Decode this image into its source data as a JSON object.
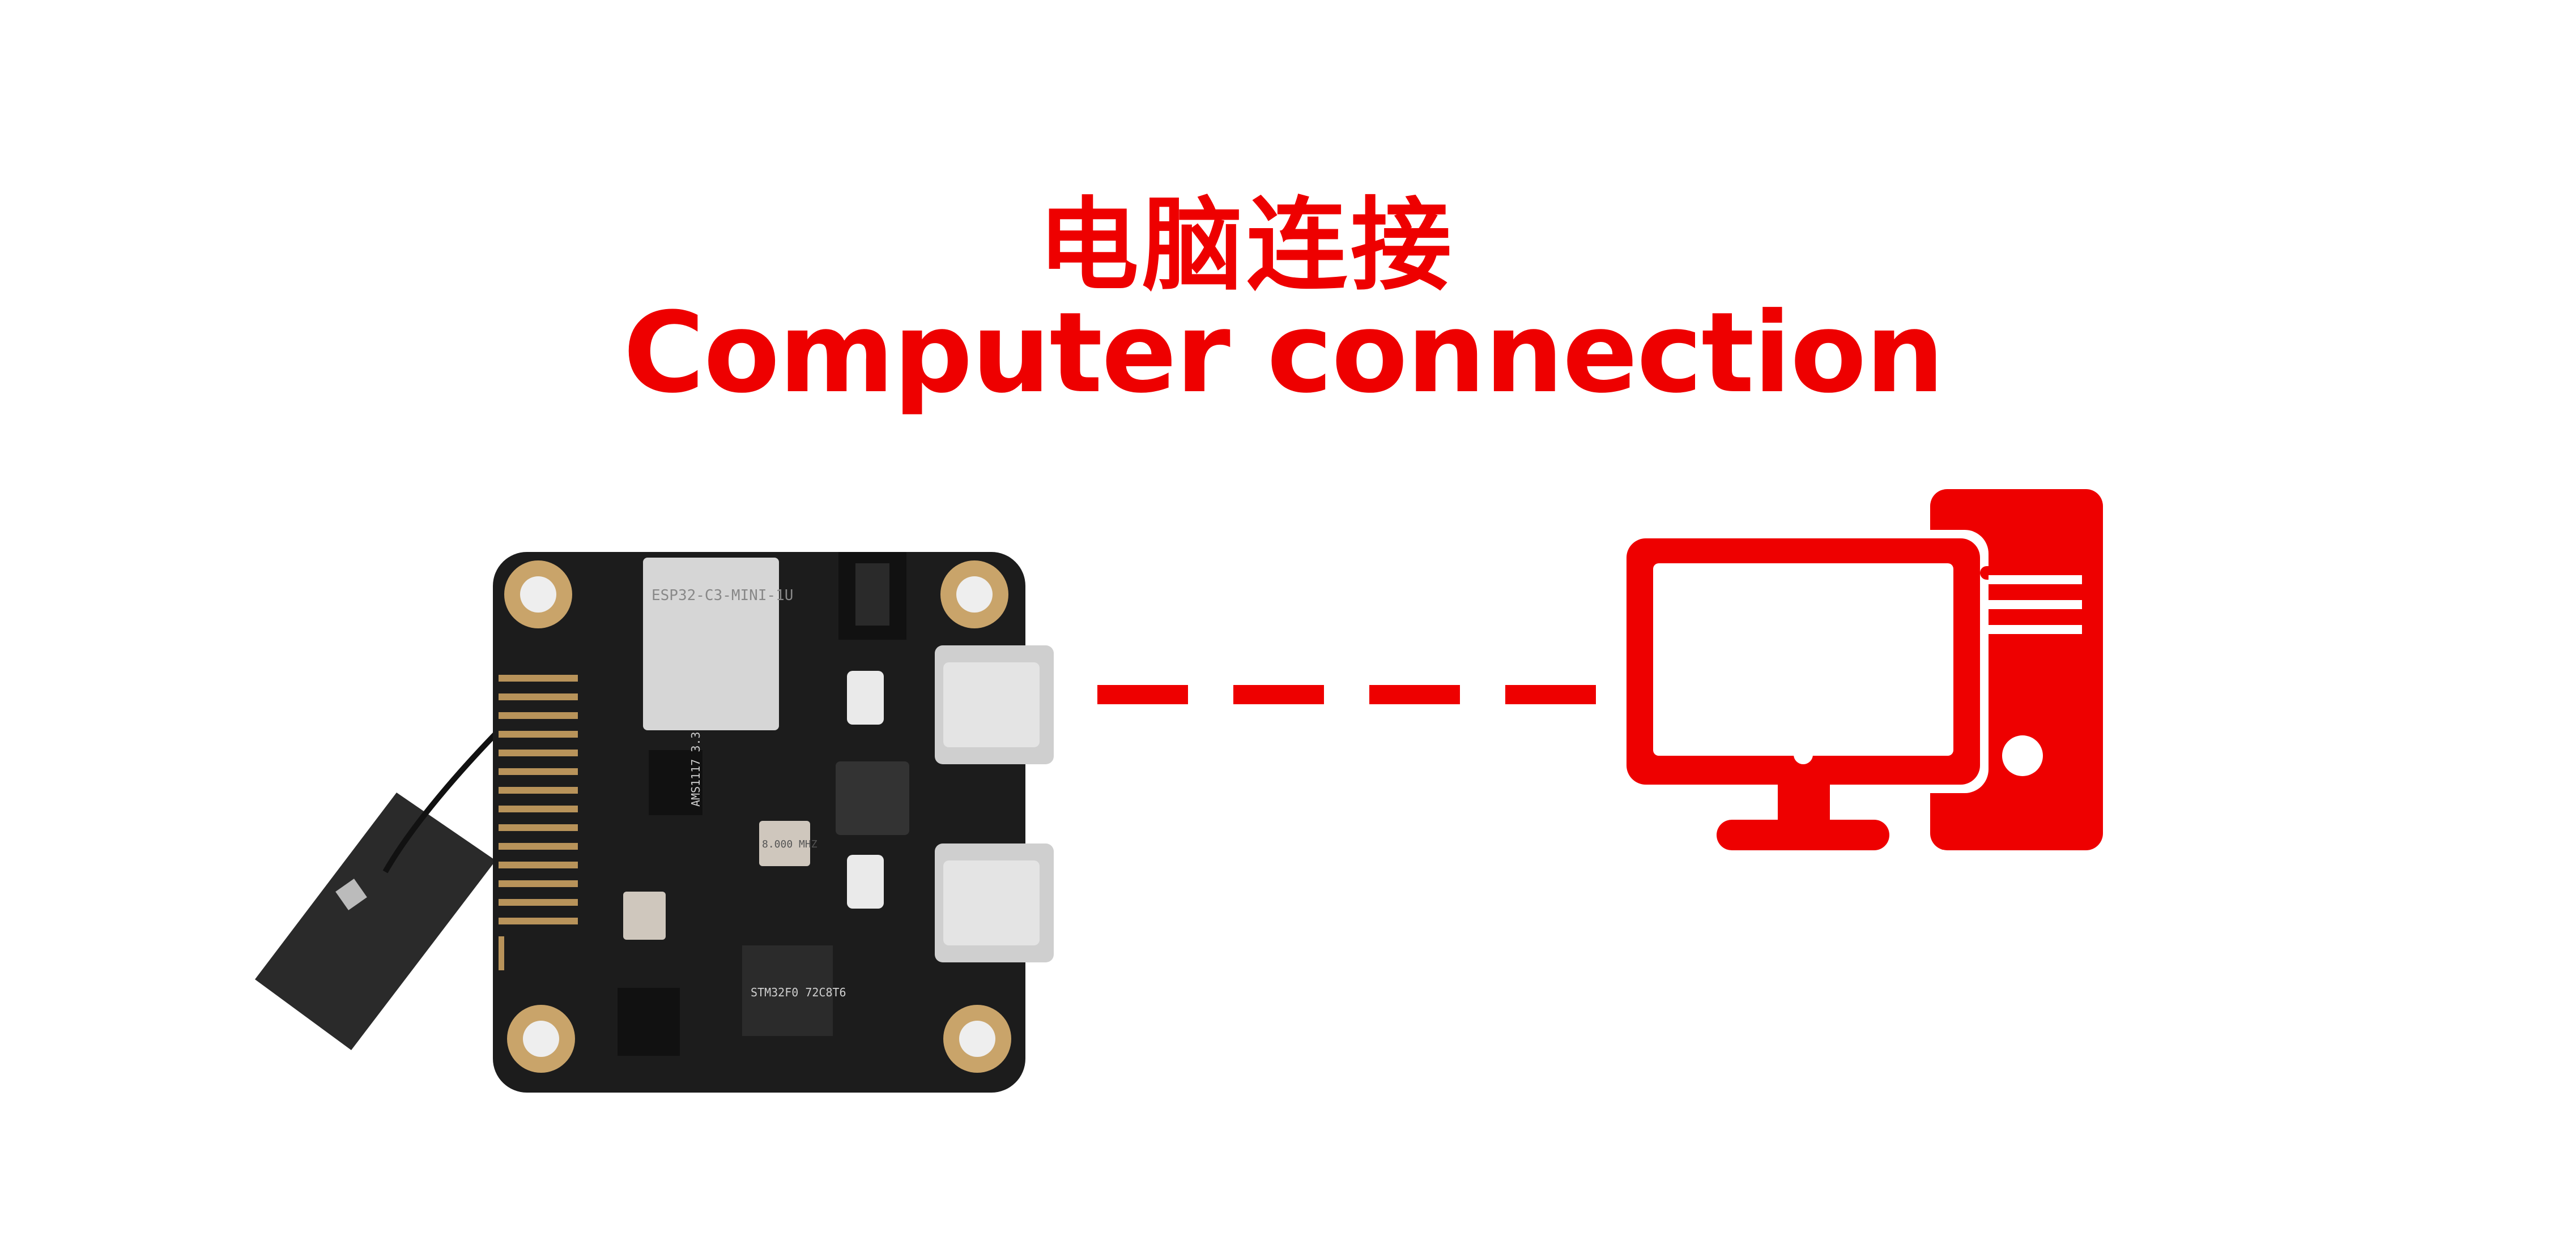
{
  "heading": {
    "title_cn": "电脑连接",
    "title_en": "Computer connection"
  },
  "colors": {
    "accent": "#ee0000",
    "pcb": "#1c1c1c",
    "gold": "#c9a46a",
    "metal": "#d8d8d8"
  },
  "board": {
    "module_label": "ESP32-C3-MINI-1U",
    "regulator_label": "AMS1117 3.3",
    "mcu_label": "STM32F0 72C8T6",
    "crystal_label": "8.000 MHZ"
  },
  "icons": {
    "connection": "dashed-line",
    "computer": "desktop-computer-icon"
  }
}
